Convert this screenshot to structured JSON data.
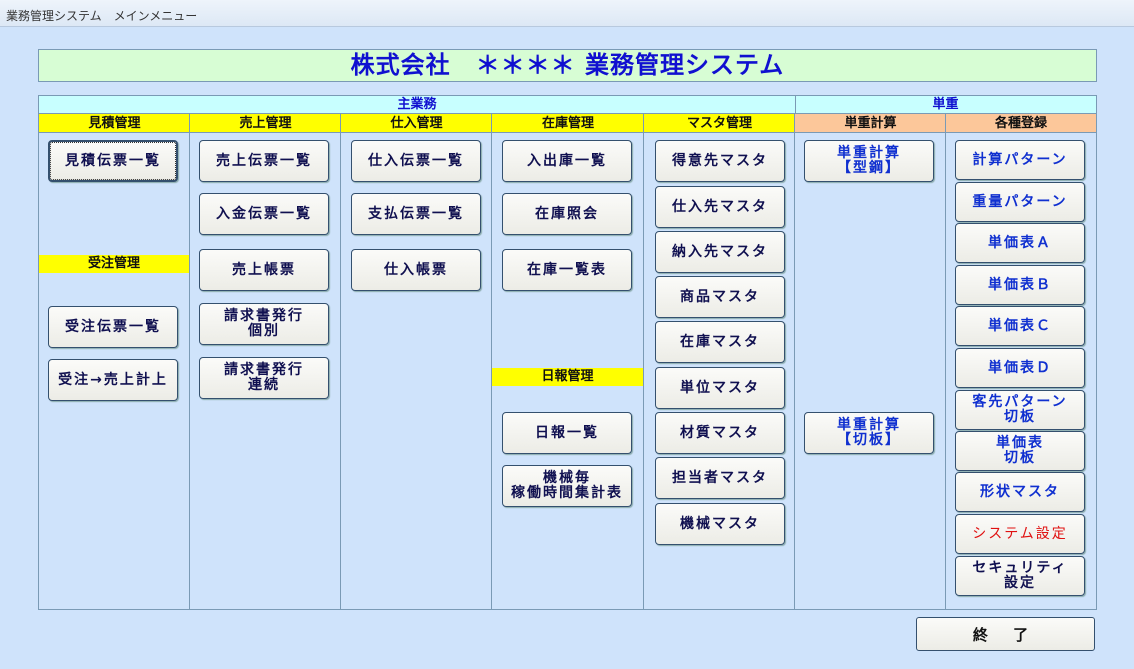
{
  "window_title": "業務管理システム　メインメニュー",
  "banner": "株式会社　＊＊＊＊ 業務管理システム",
  "groups": {
    "main": "主業務",
    "unit": "単重"
  },
  "columns": [
    "見積管理",
    "売上管理",
    "仕入管理",
    "在庫管理",
    "マスタ管理",
    "単重計算",
    "各種登録"
  ],
  "bands": {
    "order": "受注管理",
    "daily": "日報管理"
  },
  "col1": [
    "見積伝票一覧",
    "受注伝票一覧",
    "受注→売上計上"
  ],
  "col2": [
    "売上伝票一覧",
    "入金伝票一覧",
    "売上帳票",
    "請求書発行\n個別",
    "請求書発行\n連続"
  ],
  "col3": [
    "仕入伝票一覧",
    "支払伝票一覧",
    "仕入帳票"
  ],
  "col4": [
    "入出庫一覧",
    "在庫照会",
    "在庫一覧表",
    "日報一覧",
    "機械毎\n稼働時間集計表"
  ],
  "col5": [
    "得意先マスタ",
    "仕入先マスタ",
    "納入先マスタ",
    "商品マスタ",
    "在庫マスタ",
    "単位マスタ",
    "材質マスタ",
    "担当者マスタ",
    "機械マスタ"
  ],
  "col6": [
    "単重計算\n【型鋼】",
    "単重計算\n【切板】"
  ],
  "col7": [
    "計算パターン",
    "重量パターン",
    "単価表Ａ",
    "単価表Ｂ",
    "単価表Ｃ",
    "単価表Ｄ",
    "客先パターン\n切板",
    "単価表\n切板",
    "形状マスタ",
    "システム設定",
    "セキュリティ\n設定"
  ],
  "exit": "終 了"
}
